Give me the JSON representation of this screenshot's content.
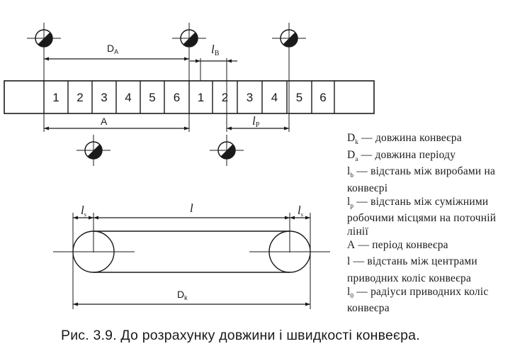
{
  "conveyor": {
    "cells": [
      "1",
      "2",
      "3",
      "4",
      "5",
      "6",
      "1",
      "2",
      "3",
      "4",
      "5",
      "6"
    ],
    "dimensions": {
      "period_length": {
        "main": "D",
        "sub": "A"
      },
      "item_spacing": {
        "main": "l",
        "sub": "B"
      },
      "period": {
        "main": "A"
      },
      "station_spacing": {
        "main": "l",
        "sub": "P"
      }
    }
  },
  "drive": {
    "dimensions": {
      "radius_left": {
        "main": "l",
        "sub": "s"
      },
      "center_distance": {
        "main": "l"
      },
      "radius_right": {
        "main": "l",
        "sub": "s"
      },
      "conveyor_length": {
        "main": "D",
        "sub": "k"
      }
    }
  },
  "legend": [
    {
      "sym": "D",
      "sub": "k",
      "text": " — довжина конвеєра"
    },
    {
      "sym": "D",
      "sub": "a",
      "text": " — довжина періоду"
    },
    {
      "sym": "l",
      "sub": "b",
      "text": " — відстань між виробами на конвеєрі"
    },
    {
      "sym": "l",
      "sub": "p",
      "text": " — відстань між суміжними робочими місцями на поточній лінії"
    },
    {
      "sym": "A",
      "sub": "",
      "text": " — період конвеєра"
    },
    {
      "sym": "l",
      "sub": "",
      "text": " — відстань між центрами приводних коліс конвеєра"
    },
    {
      "sym": "l",
      "sub": "0",
      "text": " — радіуси приводних коліс конвеєра"
    }
  ],
  "caption": "Рис. 3.9.  До розрахунку довжини і швидкості конвеєра."
}
